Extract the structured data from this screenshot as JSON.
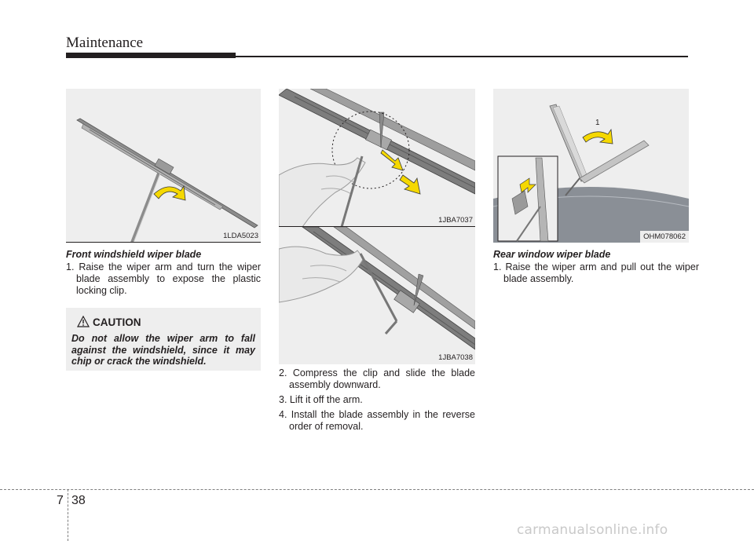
{
  "header": {
    "section_title": "Maintenance"
  },
  "figures": {
    "front": {
      "code": "1LDA5023"
    },
    "compress": {
      "code": "1JBA7037"
    },
    "remove": {
      "code": "1JBA7038"
    },
    "rear": {
      "code": "OHM078062",
      "callout": "1"
    }
  },
  "front_section": {
    "heading": "Front windshield wiper blade",
    "steps": [
      "1. Raise the wiper arm and turn the wiper blade assembly to expose the plastic locking clip."
    ]
  },
  "caution": {
    "title": "CAUTION",
    "text": "Do not allow the wiper arm to fall against the windshield, since it may chip or crack the windshield."
  },
  "middle_section": {
    "steps": [
      "2. Compress the clip and slide the blade assembly downward.",
      "3. Lift it off the arm.",
      "4. Install the blade assembly in the reverse order of removal."
    ]
  },
  "rear_section": {
    "heading": "Rear window wiper blade",
    "steps": [
      "1. Raise the wiper arm and pull out the wiper blade assembly."
    ]
  },
  "footer": {
    "chapter": "7",
    "page": "38",
    "watermark": "carmanualsonline.info"
  },
  "colors": {
    "ink": "#231f20",
    "panel": "#eeeeee",
    "arrow_yellow": "#f5d800",
    "blade_gray": "#8c8c8c"
  }
}
